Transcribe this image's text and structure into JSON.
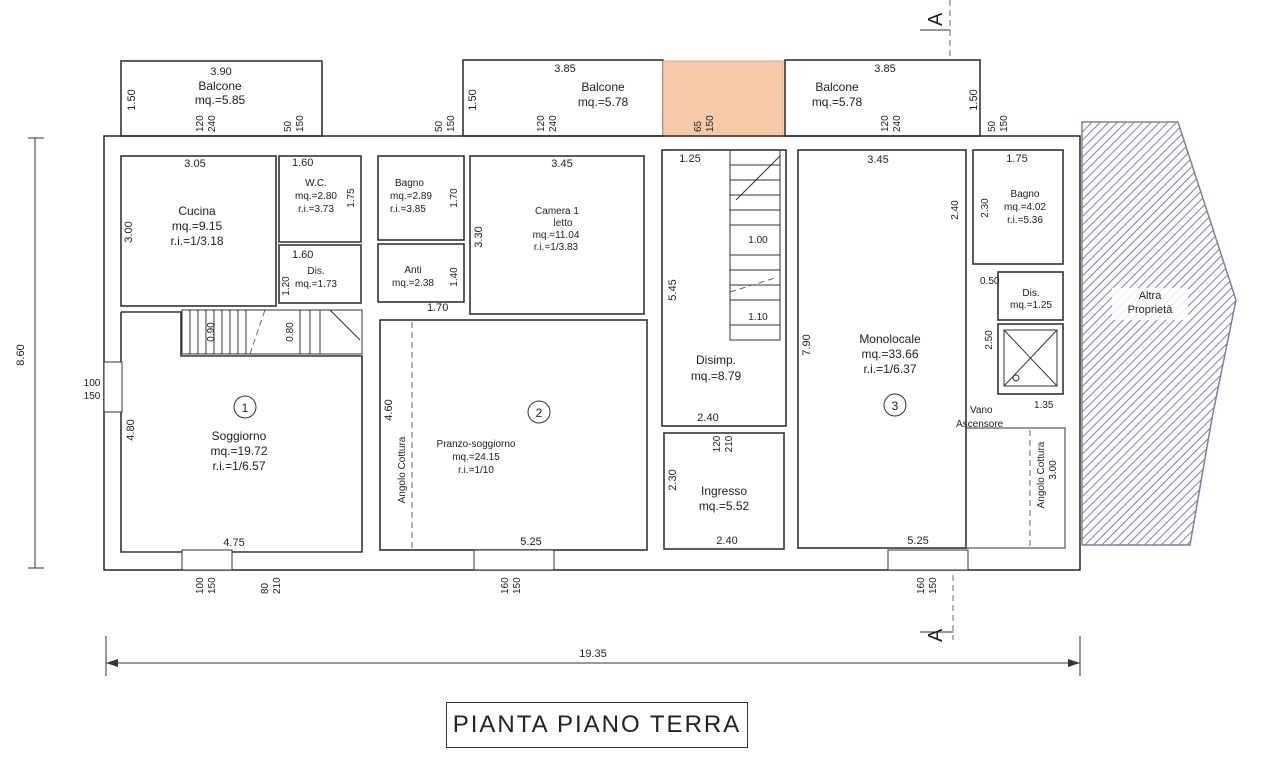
{
  "title": "PIANTA PIANO TERRA",
  "section_marker": "A",
  "total_width": "19.35",
  "total_height": "8.60",
  "neighbour": {
    "l1": "Altra",
    "l2": "Proprietà"
  },
  "balconies": [
    {
      "name": "Balcone",
      "area": "mq.=5.85",
      "width": "3.90",
      "depth": "1.50"
    },
    {
      "name": "Balcone",
      "area": "mq.=5.78",
      "width": "3.85",
      "depth": "1.50"
    },
    {
      "name": "Balcone",
      "area": "mq.=5.78",
      "width": "3.85",
      "depth": "1.50"
    }
  ],
  "rooms": {
    "cucina": {
      "name": "Cucina",
      "area": "mq.=9.15",
      "ri": "r.i.=1/3.18",
      "w": "3.05",
      "h": "3.00"
    },
    "wc": {
      "name": "W.C.",
      "area": "mq.=2.80",
      "ri": "r.i.=3.73",
      "w": "1.60",
      "h": "1.75",
      "w2": "1.60"
    },
    "dis1": {
      "name": "Dis.",
      "area": "mq.=1.73",
      "h": "1.20"
    },
    "soggiorno": {
      "num": "1",
      "name": "Soggiorno",
      "area": "mq.=19.72",
      "ri": "r.i.=1/6.57",
      "w": "4.75",
      "h": "4.80"
    },
    "bagno1": {
      "name": "Bagno",
      "area": "mq.=2.89",
      "ri": "r.i.=3.85",
      "h": "1.70"
    },
    "anti": {
      "name": "Anti",
      "area": "mq.=2.38",
      "h": "1.40",
      "w": "1.70"
    },
    "camera": {
      "name": "Camera 1",
      "name2": "letto",
      "area": "mq.=11.04",
      "ri": "r.i.=1/3.83",
      "w": "3.45",
      "h": "3.30"
    },
    "pranzo": {
      "num": "2",
      "name": "Pranzo-soggiorno",
      "area": "mq.=24.15",
      "ri": "r.i.=1/10",
      "w": "5.25",
      "h": "4.60",
      "corner": "Angolo Cottura"
    },
    "disimp": {
      "name": "Disimp.",
      "area": "mq.=8.79",
      "w1": "1.25",
      "h": "5.45",
      "w": "2.40",
      "s1": "1.00",
      "s2": "1.10"
    },
    "ingresso": {
      "name": "Ingresso",
      "area": "mq.=5.52",
      "w": "2.40",
      "h": "2.30"
    },
    "monolocale": {
      "num": "3",
      "name": "Monolocale",
      "area": "mq.=33.66",
      "ri": "r.i.=1/6.37",
      "w": "3.45",
      "h": "7.90",
      "w2": "5.25",
      "h2": "2.40",
      "corner": "Angolo Cottura",
      "corner_h": "3.00"
    },
    "bagno2": {
      "name": "Bagno",
      "area": "mq.=4.02",
      "ri": "r.i.=5.36",
      "w": "1.75",
      "h": "2.30"
    },
    "dis2": {
      "name": "Dis.",
      "area": "mq.=1.25",
      "w": "0.50"
    },
    "vano": {
      "name": "Vano",
      "name2": "Ascensore",
      "w": "1.35",
      "h": "2.50"
    }
  },
  "stairs": {
    "a": "0.90",
    "b": "0.80"
  },
  "openings": {
    "top": [
      [
        "120",
        "240"
      ],
      [
        "50",
        "150"
      ],
      [
        "50",
        "150"
      ],
      [
        "120",
        "240"
      ],
      [
        "65",
        "150"
      ],
      [
        "120",
        "240"
      ],
      [
        "50",
        "150"
      ]
    ],
    "bottom": [
      [
        "100",
        "150"
      ],
      [
        "80",
        "210"
      ],
      [
        "160",
        "150"
      ],
      [
        "160",
        "150"
      ]
    ],
    "left": [
      "100",
      "150"
    ],
    "ingresso_door": [
      "120",
      "210"
    ]
  }
}
